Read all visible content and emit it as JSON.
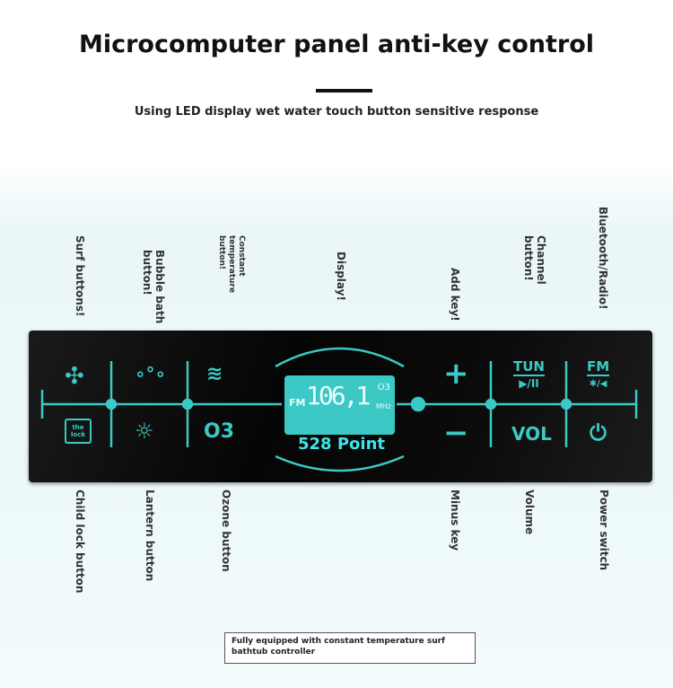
{
  "title": "Microcomputer panel anti-key control",
  "subtitle": "Using LED display wet water touch button sensitive response",
  "labels_top": {
    "surf": "Surf buttons!",
    "bubble": "Bubble bath button!",
    "constant": "Constant temperature button!",
    "display": "Display!",
    "add": "Add key!",
    "channel": "Channel button!",
    "bluetooth": "Bluetooth/Radio!"
  },
  "labels_bottom": {
    "child_lock": "Child lock button",
    "lantern": "Lantern button",
    "ozone": "Ozone button",
    "minus": "Minus key",
    "volume": "Volume",
    "power": "Power switch"
  },
  "panel": {
    "lock_text": "the lock",
    "o3": "O3",
    "lcd_value": "106,1",
    "lcd_fm": "FM",
    "lcd_o3": "O3",
    "lcd_unit": "MHz",
    "point": "528 Point",
    "plus": "+",
    "minus": "−",
    "tun": "TUN",
    "play": "▶/II",
    "vol": "VOL",
    "fm": "FM",
    "bt": "✱/◀",
    "power": "⏻"
  },
  "footer": "Fully equipped with constant temperature surf bathtub controller",
  "accent": "#3cc8c4"
}
